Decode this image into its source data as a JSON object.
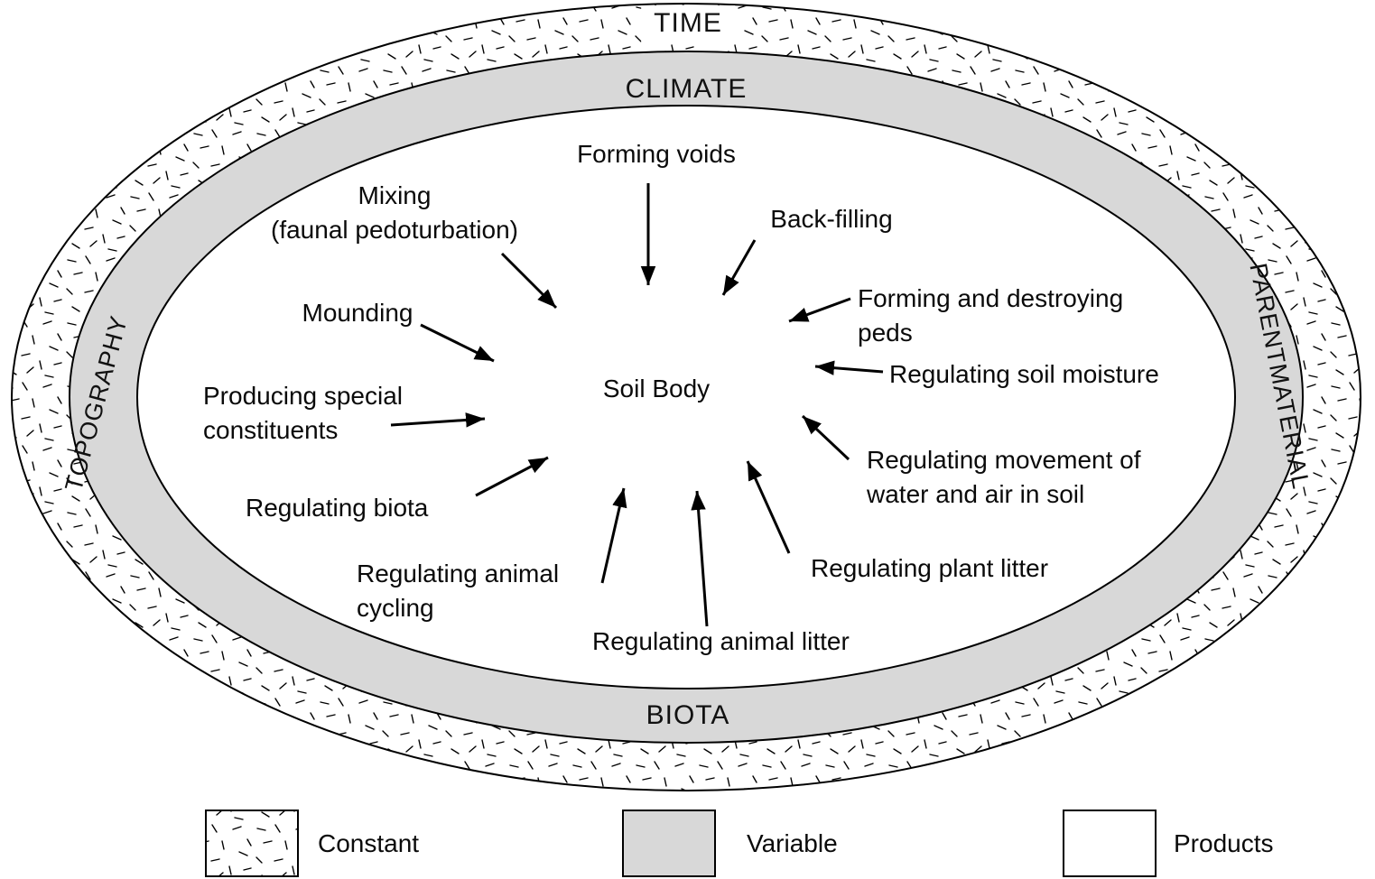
{
  "diagram": {
    "rings": {
      "time": "TIME",
      "climate": "CLIMATE",
      "topography": "TOPOGRAPHY",
      "parent_material": "PARENTMATERIAL",
      "biota": "BIOTA"
    },
    "center_label": "Soil Body",
    "processes": {
      "forming_voids": "Forming voids",
      "mixing": "Mixing\n(faunal pedoturbation)",
      "back_filling": "Back-filling",
      "mounding": "Mounding",
      "forming_destroying_peds": "Forming and destroying\npeds",
      "regulating_soil_moisture": "Regulating soil moisture",
      "producing_special_constituents": "Producing special\nconstituents",
      "regulating_movement": "Regulating movement of\nwater and air in soil",
      "regulating_biota": "Regulating biota",
      "regulating_animal_cycling": "Regulating animal\ncycling",
      "regulating_plant_litter": "Regulating plant litter",
      "regulating_animal_litter": "Regulating animal litter"
    },
    "legend": {
      "constant": "Constant",
      "variable": "Variable",
      "products": "Products"
    },
    "colors": {
      "variable_ring": "#d8d8d8",
      "line": "#000000",
      "background": "#ffffff"
    }
  }
}
